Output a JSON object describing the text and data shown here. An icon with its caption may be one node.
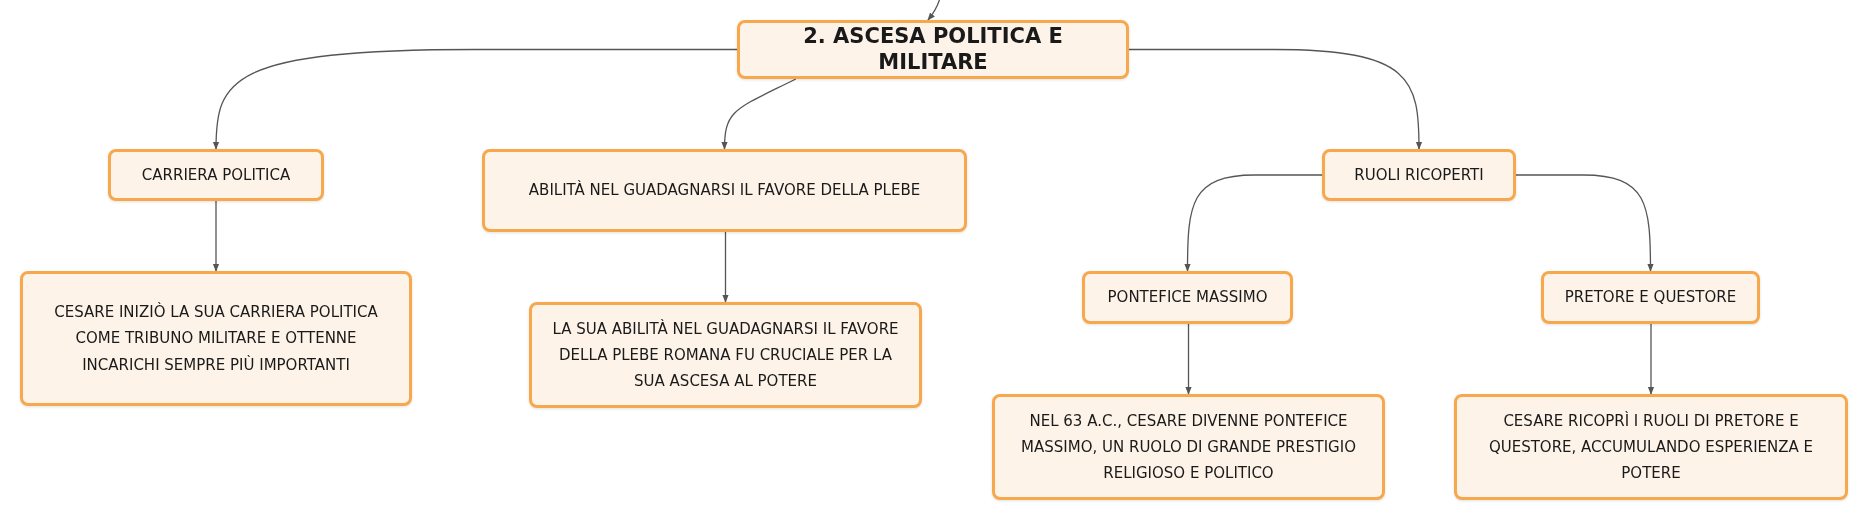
{
  "diagram": {
    "nodes": [
      {
        "text": [
          "2. ASCESA POLITICA E MILITARE"
        ]
      },
      {
        "text": [
          "CARRIERA POLITICA"
        ]
      },
      {
        "text": [
          "ABILITÀ NEL GUADAGNARSI IL FAVORE DELLA PLEBE"
        ]
      },
      {
        "text": [
          "RUOLI RICOPERTI"
        ]
      },
      {
        "text": [
          "CESARE INIZIÒ LA SUA CARRIERA POLITICA COME TRIBUNO MILITARE E OTTENNE INCARICHI SEMPRE PIÙ IMPORTANTI"
        ]
      },
      {
        "text": [
          "LA SUA ABILITÀ NEL GUADAGNARSI IL FAVORE DELLA PLEBE ROMANA FU CRUCIALE PER LA SUA ASCESA AL POTERE"
        ]
      },
      {
        "text": [
          "PONTEFICE MASSIMO"
        ]
      },
      {
        "text": [
          "PRETORE E QUESTORE"
        ]
      },
      {
        "text": [
          "NEL 63 A.C., CESARE DIVENNE PONTEFICE MASSIMO, UN RUOLO DI GRANDE PRESTIGIO RELIGIOSO E POLITICO"
        ]
      },
      {
        "text": [
          "CESARE RICOPRÌ I RUOLI DI PRETORE E QUESTORE, ACCUMULANDO ESPERIENZA E POTERE"
        ]
      }
    ],
    "edges": [
      {
        "from": null,
        "to": 0,
        "arrow": "to"
      },
      {
        "from": 0,
        "to": 1,
        "arrow": "to"
      },
      {
        "from": 0,
        "to": 2,
        "arrow": "to"
      },
      {
        "from": 0,
        "to": 3,
        "arrow": "to"
      },
      {
        "from": 1,
        "to": 4,
        "arrow": "to"
      },
      {
        "from": 2,
        "to": 5,
        "arrow": "to"
      },
      {
        "from": 3,
        "to": 6,
        "arrow": "to"
      },
      {
        "from": 3,
        "to": 7,
        "arrow": "to"
      },
      {
        "from": 6,
        "to": 8,
        "arrow": "to"
      },
      {
        "from": 7,
        "to": 9,
        "arrow": "to"
      }
    ]
  }
}
